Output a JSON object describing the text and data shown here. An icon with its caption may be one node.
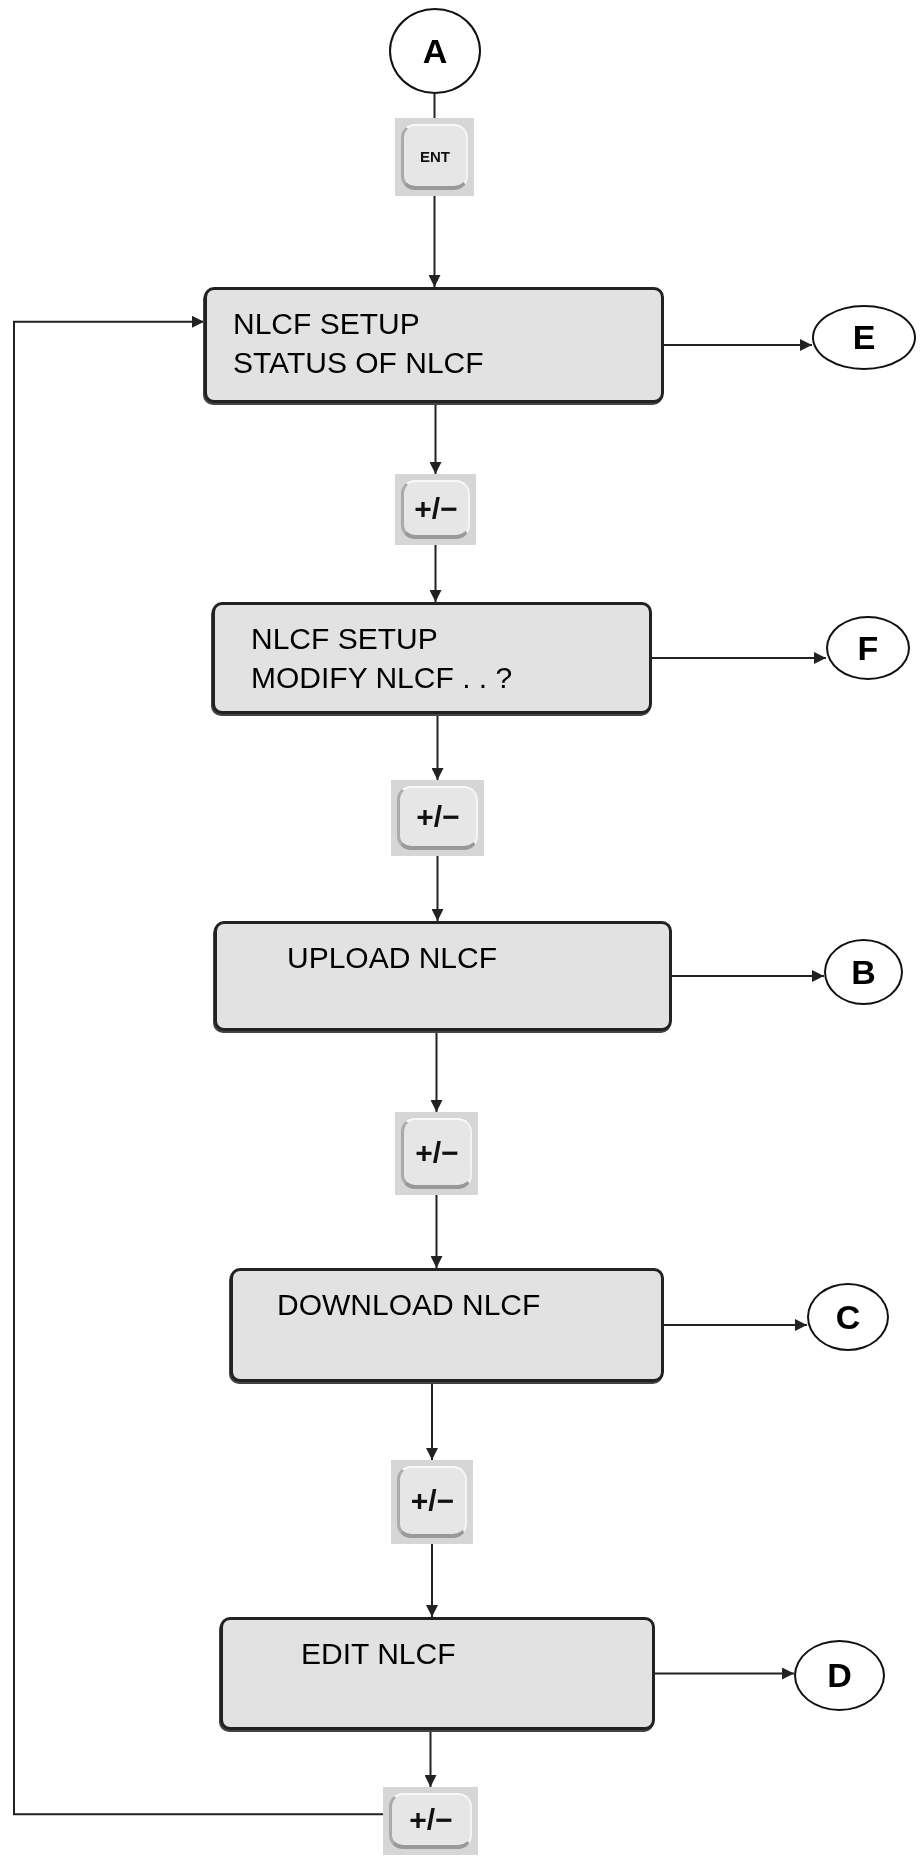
{
  "diagram": {
    "nodes": [
      {
        "text": [
          "A"
        ]
      },
      {
        "text": [
          "ENT"
        ]
      },
      {
        "text": [
          "NLCF SETUP STATUS OF NLCF"
        ]
      },
      {
        "text": [
          "E"
        ]
      },
      {
        "text": [
          "+/−"
        ]
      },
      {
        "text": [
          "NLCF SETUP MODIFY NLCF . . ?"
        ]
      },
      {
        "text": [
          "F"
        ]
      },
      {
        "text": [
          "+/−"
        ]
      },
      {
        "text": [
          "UPLOAD NLCF"
        ]
      },
      {
        "text": [
          "B"
        ]
      },
      {
        "text": [
          "+/−"
        ]
      },
      {
        "text": [
          "DOWNLOAD NLCF"
        ]
      },
      {
        "text": [
          "C"
        ]
      },
      {
        "text": [
          "+/−"
        ]
      },
      {
        "text": [
          "EDIT NLCF"
        ]
      },
      {
        "text": [
          "D"
        ]
      },
      {
        "text": [
          "+/−"
        ]
      }
    ],
    "edges": [
      {
        "from": 0,
        "to": 1,
        "arrow": "none"
      },
      {
        "from": 1,
        "to": 2,
        "arrow": "to"
      },
      {
        "from": 2,
        "to": 3,
        "arrow": "to"
      },
      {
        "from": 2,
        "to": 4,
        "arrow": "to"
      },
      {
        "from": 4,
        "to": 5,
        "arrow": "to"
      },
      {
        "from": 5,
        "to": 6,
        "arrow": "to"
      },
      {
        "from": 5,
        "to": 7,
        "arrow": "to"
      },
      {
        "from": 7,
        "to": 8,
        "arrow": "to"
      },
      {
        "from": 8,
        "to": 9,
        "arrow": "to"
      },
      {
        "from": 8,
        "to": 10,
        "arrow": "to"
      },
      {
        "from": 10,
        "to": 11,
        "arrow": "to"
      },
      {
        "from": 11,
        "to": 12,
        "arrow": "to"
      },
      {
        "from": 11,
        "to": 13,
        "arrow": "to"
      },
      {
        "from": 13,
        "to": 14,
        "arrow": "to"
      },
      {
        "from": 14,
        "to": 15,
        "arrow": "to"
      },
      {
        "from": 14,
        "to": 16,
        "arrow": "to"
      },
      {
        "from": 16,
        "to": 2,
        "arrow": "to"
      }
    ]
  }
}
